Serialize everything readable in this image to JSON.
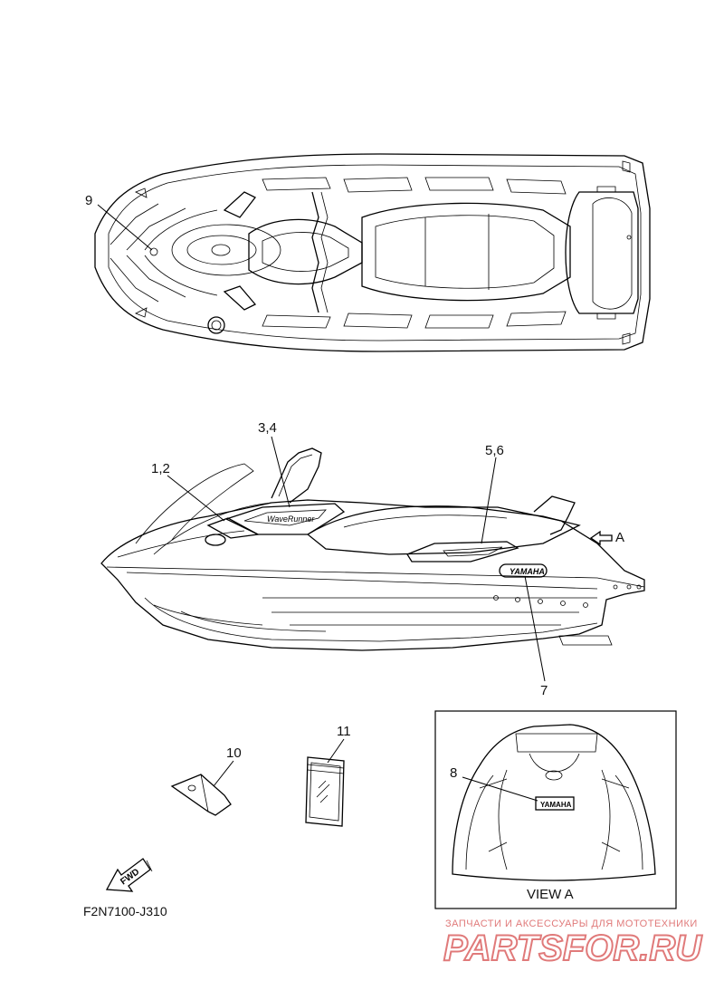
{
  "parts": {
    "label_9": "9",
    "label_34": "3,4",
    "label_12": "1,2",
    "label_56": "5,6",
    "label_7": "7",
    "label_a": "A",
    "label_10": "10",
    "label_11": "11",
    "label_8": "8"
  },
  "view_a": {
    "title": "VIEW A",
    "badge": "YAMAHA"
  },
  "side_badge": "YAMAHA",
  "fwd_text": "FWD",
  "diagram_code": "F2N7100-J310",
  "watermark": {
    "tagline": "ЗАПЧАСТИ И АКСЕССУАРЫ ДЛЯ МОТОТЕХНИКИ",
    "brand": "PARTSFOR.RU",
    "color": "#e07a7a"
  }
}
